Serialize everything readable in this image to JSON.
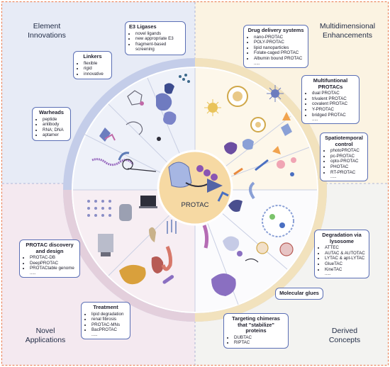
{
  "quadrants": {
    "tl": {
      "line1": "Element",
      "line2": "Innovations"
    },
    "tr": {
      "line1": "Multidimensional",
      "line2": "Enhancements"
    },
    "bl": {
      "line1": "Novel",
      "line2": "Applications"
    },
    "br": {
      "line1": "Derived",
      "line2": "Concepts"
    }
  },
  "center": {
    "label": "PROTAC"
  },
  "boxes": {
    "e3": {
      "title": "E3 Ligases",
      "items": [
        "novel ligands",
        "new appropriate E3",
        "fragment-based screening"
      ]
    },
    "linkers": {
      "title": "Linkers",
      "items": [
        "flexible",
        "rigid",
        "innovative"
      ]
    },
    "warheads": {
      "title": "Warheads",
      "items": [
        "peptide",
        "antibody",
        "RNA; DNA",
        "aptamer"
      ]
    },
    "drug": {
      "title": "Drug delivery systems",
      "items": [
        "nano-PROTAC",
        "POLY-PROTAC",
        "lipid nanoparticles",
        "Folate-caged PROTAC",
        "Albumin bound PROTAC"
      ],
      "ellipsis": "....."
    },
    "multi": {
      "title": "Multifuntional PROTACs",
      "items": [
        "dual PROTAC",
        "trivalent PROTAC",
        "covalent PROTAC",
        "Y-PROTAC",
        "bridged PROTAC"
      ],
      "ellipsis": "....."
    },
    "spatio": {
      "title": "Spatiotemporal control",
      "items": [
        "photoPROTAC",
        "pc-PROTAC",
        "opto-PROTAC",
        "PHOTAC",
        "RT-PROTAC"
      ],
      "ellipsis": "....."
    },
    "discovery": {
      "title": "PROTAC discovery  and  design",
      "items": [
        "PROTAC-DB",
        "DeepPROTAC",
        "PROTACtable genome"
      ],
      "ellipsis": "....."
    },
    "treatment": {
      "title": "Treatment",
      "items": [
        "lipid degradation",
        "renal fibrosis",
        "PROTAC-MNs",
        "BacPROTAC"
      ],
      "ellipsis": "....."
    },
    "lysosome": {
      "title": "Degradation via lysosome",
      "items": [
        "ATTEC",
        "AUTAC & AUTOTAC",
        "LYTAC & apt-LYTAC",
        "GlueTAC",
        "KineTAC"
      ],
      "ellipsis": "....."
    },
    "glues": {
      "title": "Molecular glues"
    },
    "chimeras": {
      "title": "Targeting chimeras that \"stabilize\" proteins",
      "items": [
        "DUBTAC",
        "RIPTAC"
      ]
    }
  },
  "colors": {
    "tl": "#e7ebf6",
    "tr": "#fbf3e2",
    "bl": "#f4e9f0",
    "br": "#f3f3f1",
    "ring": "#cdd5ec",
    "ring_warm": "#f0dcae",
    "center": "#f6d9a3",
    "border_accent": "#e8774a",
    "box_border": "#5b6fb5"
  }
}
